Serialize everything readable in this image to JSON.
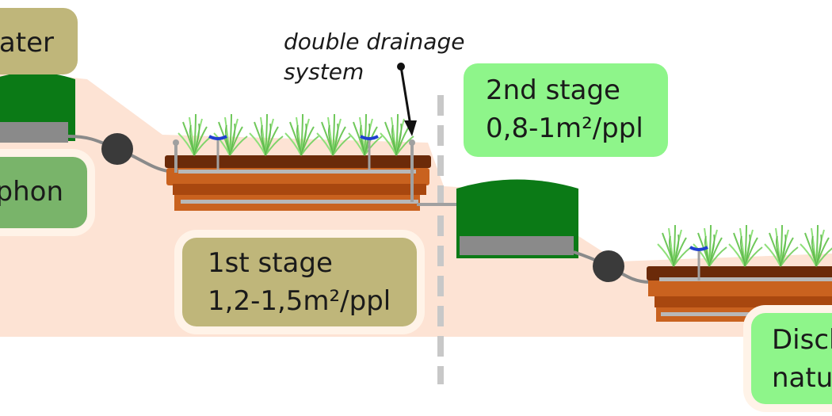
{
  "labels": {
    "wastewater": "rater",
    "siphon": "phon",
    "stage1": {
      "name": "1st stage",
      "area": "1,2-1,5m²/ppl"
    },
    "stage2": {
      "name": "2nd stage",
      "area": "0,8-1m²/ppl"
    },
    "discharge": {
      "line1": "Discl",
      "line2": "natu"
    },
    "drainage_note": {
      "line1": "double drainage",
      "line2": "system"
    }
  },
  "colors": {
    "slope_fill": "#fde3d4",
    "tank_green": "#0b7a16",
    "tank_green_light": "#1b9a25",
    "filter_grey": "#8a8a8a",
    "pipe_grey": "#9a9a9a",
    "siphon_black": "#3a3a3a",
    "soil_dark": "#6b2a09",
    "soil_mid": "#a8470f",
    "soil_light": "#c9621f",
    "reed_green": "#7fd36a",
    "sprinkler_blue": "#1f3fd0",
    "divider_grey": "#c8c8c8"
  },
  "icons": [
    "siphon-icon",
    "sprinkler-icon",
    "reed-plant-icon",
    "settling-tank-icon",
    "drainage-pipe-icon"
  ]
}
